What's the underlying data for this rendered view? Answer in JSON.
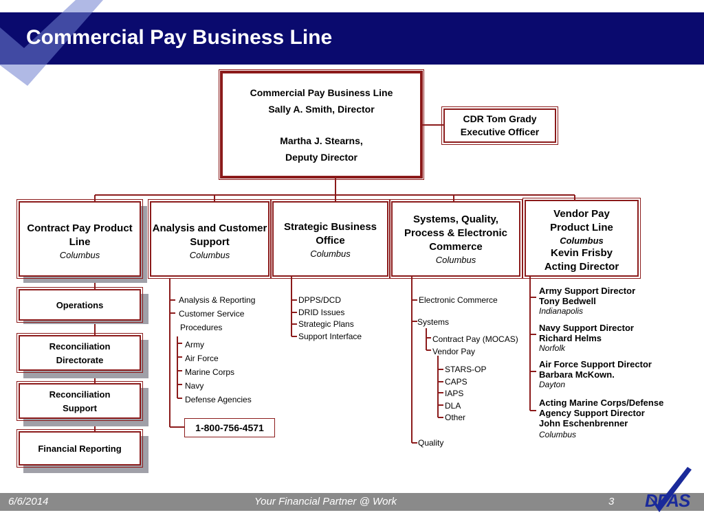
{
  "slide": {
    "title": "Commercial Pay Business Line",
    "footer": {
      "date": "6/6/2014",
      "tagline": "Your Financial Partner @ Work",
      "page": "3"
    }
  },
  "top_box": {
    "line1": "Commercial Pay Business Line",
    "line2": "Sally A. Smith, Director",
    "line3": "Martha J. Stearns,",
    "line4": "Deputy Director"
  },
  "exec_box": {
    "line1": "CDR Tom Grady",
    "line2": "Executive Officer"
  },
  "product_boxes": [
    {
      "title": "Contract Pay Product Line",
      "location": "Columbus"
    },
    {
      "title": "Analysis and Customer Support",
      "location": "Columbus"
    },
    {
      "title": "Strategic Business Office",
      "location": "Columbus"
    },
    {
      "title": "Systems, Quality, Process & Electronic Commerce",
      "location": "Columbus"
    },
    {
      "title": "Vendor Pay Product Line",
      "location": "Columbus",
      "name": "Kevin Frisby",
      "role": "Acting Director"
    }
  ],
  "contract_pay_units": [
    "Operations",
    "Reconciliation Directorate",
    "Reconciliation Support",
    "Financial Reporting"
  ],
  "analysis_items": [
    "Analysis & Reporting",
    "Customer Service",
    "Procedures"
  ],
  "analysis_sub_items": [
    "Army",
    "Air Force",
    "Marine Corps",
    "Navy",
    "Defense Agencies"
  ],
  "phone": "1-800-756-4571",
  "strategic_items": [
    "DPPS/DCD",
    "DRID Issues",
    "Strategic Plans",
    "Support Interface"
  ],
  "systems_items": {
    "electronic_commerce": "Electronic Commerce",
    "systems": "Systems",
    "systems_sub": [
      "Contract Pay (MOCAS)",
      "Vendor Pay"
    ],
    "vendor_pay_sub": [
      "STARS-OP",
      "CAPS",
      "IAPS",
      "DLA",
      "Other"
    ],
    "quality": "Quality"
  },
  "vendor_pay_directors": [
    {
      "title": "Army Support Director",
      "name": "Tony Bedwell",
      "location": "Indianapolis"
    },
    {
      "title": "Navy Support Director",
      "name": "Richard Helms",
      "location": "Norfolk"
    },
    {
      "title": "Air Force Support Director",
      "name": "Barbara McKown.",
      "location": "Dayton"
    },
    {
      "title": "Acting Marine Corps/Defense",
      "title2": "Agency Support Director",
      "name": "John Eschenbrenner",
      "location": "Columbus"
    }
  ],
  "footer_logo_text": "DFAS",
  "colors": {
    "header": "#0a0a6e",
    "line": "#8b1a1a",
    "shadow": "#a0a0a8",
    "footer": "#8a8a8a"
  }
}
